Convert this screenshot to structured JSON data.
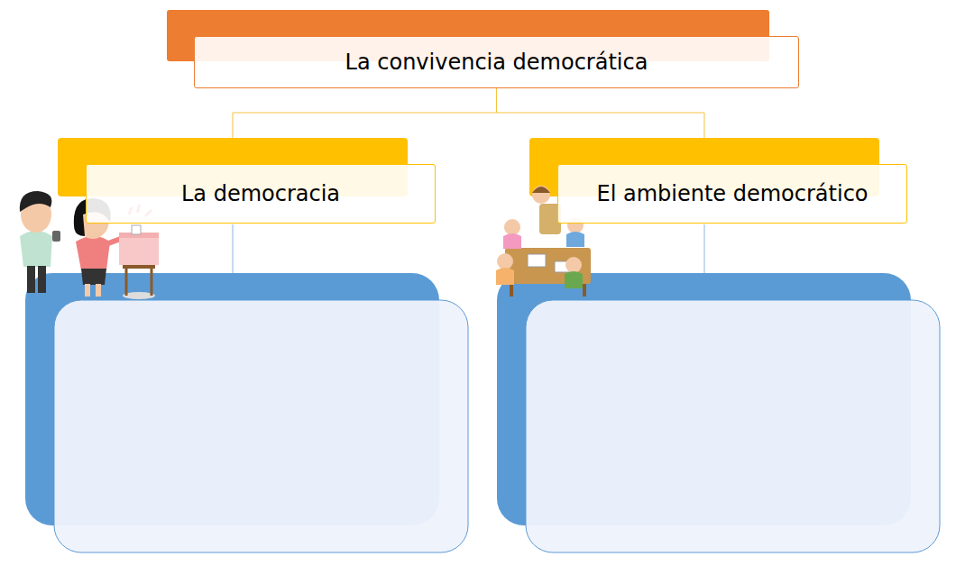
{
  "diagram": {
    "title": "La convivencia democrática",
    "nodes": [
      {
        "text": [
          "La convivencia democrática"
        ]
      },
      {
        "text": [
          "La democracia"
        ]
      },
      {
        "text": [
          "El ambiente democrático"
        ]
      }
    ],
    "edges": [
      {
        "from": 0,
        "to": 1,
        "arrow": "none"
      },
      {
        "from": 0,
        "to": 2,
        "arrow": "none"
      }
    ]
  }
}
